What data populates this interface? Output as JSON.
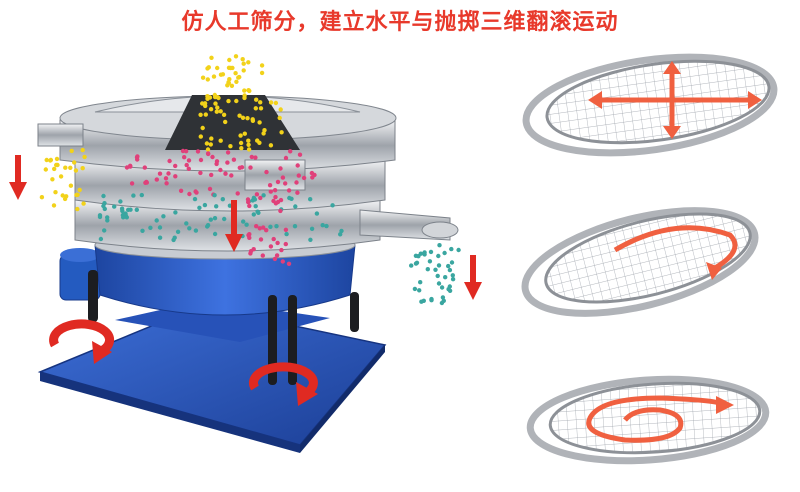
{
  "headline": "仿人工筛分，建立水平与抛掷三维翻滚运动",
  "colors": {
    "headline": "#e8392b",
    "arrow": "#e02a22",
    "motion_arrow": "#f06040",
    "base_blue": "#2b5cc4",
    "steel": "#b8bcc2",
    "particle_yellow": "#f2d21a",
    "particle_pink": "#e0407a",
    "particle_teal": "#3aa6a0"
  },
  "motion_panels": [
    {
      "name": "horizontal-cross",
      "arrow_style": "cross"
    },
    {
      "name": "partial-spiral",
      "arrow_style": "arc"
    },
    {
      "name": "full-spiral",
      "arrow_style": "spiral"
    }
  ]
}
